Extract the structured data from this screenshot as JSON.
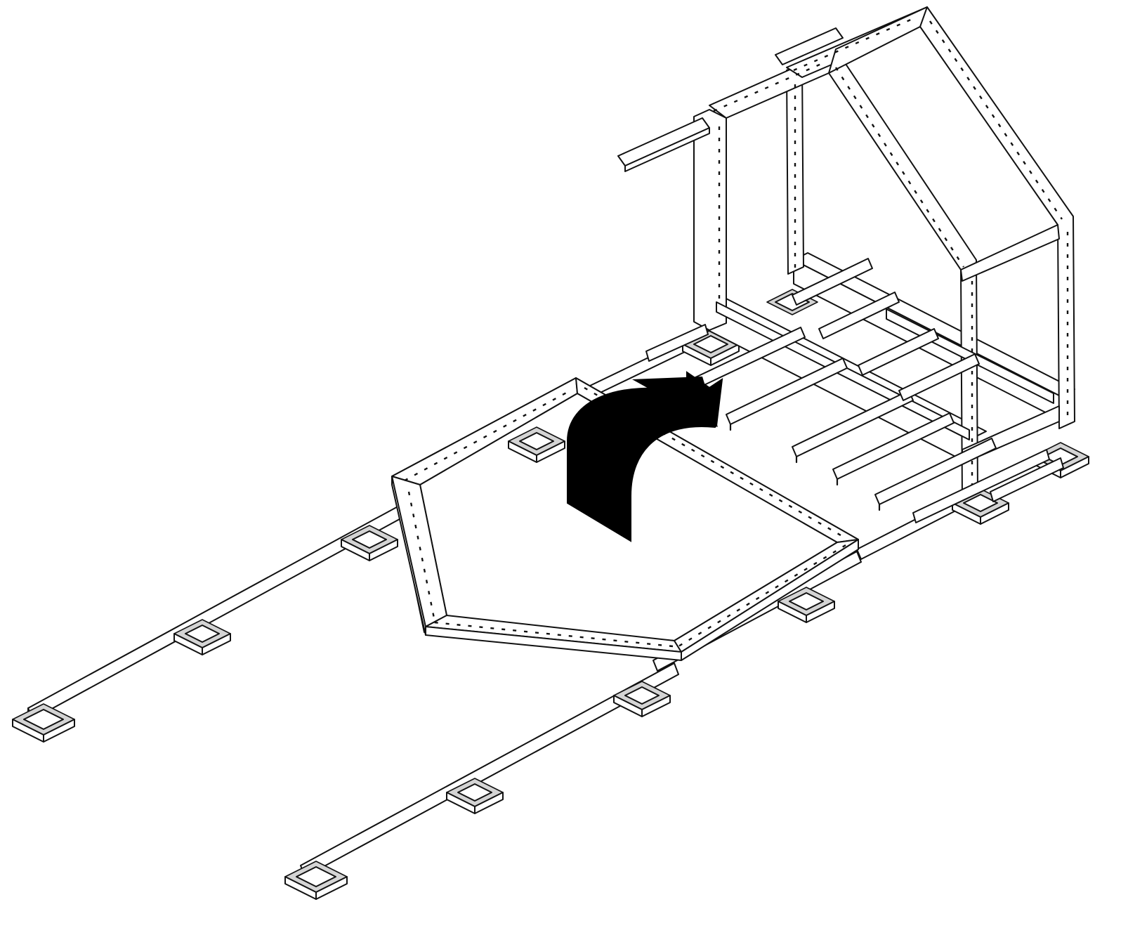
{
  "diagram": {
    "style": "isometric line drawing, black on white",
    "components": [
      "foundation-pads",
      "ground-rails",
      "pentagon-floor-frame",
      "house-frame",
      "floor-joists",
      "assembly-arrow"
    ],
    "colors": {
      "line": "#111111",
      "background": "#ffffff",
      "pad_shade": "#d4d4d4",
      "arrow": "#000000"
    }
  }
}
